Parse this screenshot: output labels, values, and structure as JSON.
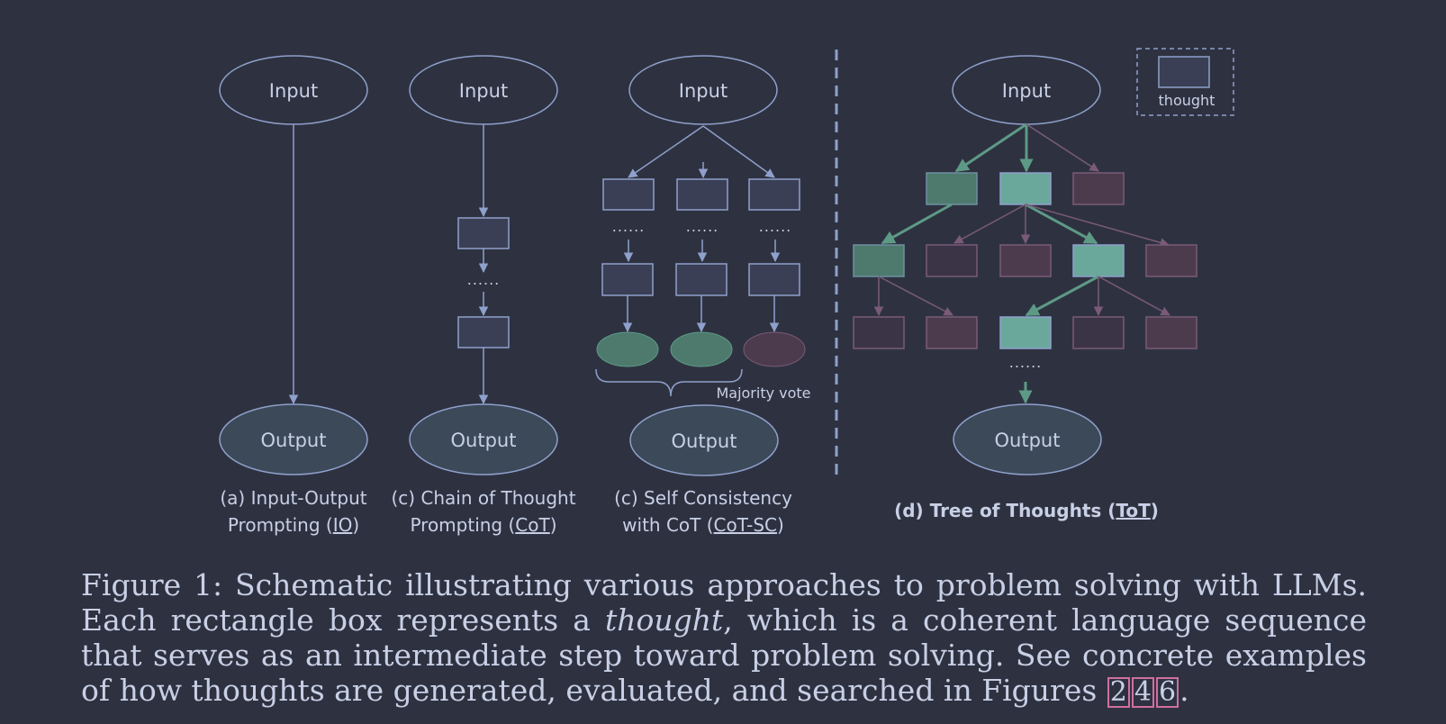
{
  "colors": {
    "background": "#2e3240",
    "stroke": "#8fa0cc",
    "green_dark": "#4e7a6e",
    "green_light": "#6aa89c",
    "green_edge": "#5d9a86",
    "pink_fill": "#4c3b4d",
    "pink_stroke": "#7a5a78",
    "output_fill": "#3c4958",
    "text": "#c8d0e6",
    "ref_box": "#d06fa0"
  },
  "nodes": {
    "input": "Input",
    "output": "Output",
    "dots": "......",
    "majority_vote": "Majority vote",
    "legend_thought": "thought"
  },
  "panels": {
    "a": {
      "line1": "(a) Input-Output",
      "line2_pre": "Prompting (",
      "line2_link": "IO",
      "line2_post": ")"
    },
    "b": {
      "line1": "(c) Chain of Thought",
      "line2_pre": "Prompting (",
      "line2_link": "CoT",
      "line2_post": ")"
    },
    "c": {
      "line1": "(c) Self Consistency",
      "line2_pre": "with CoT (",
      "line2_link": "CoT-SC",
      "line2_post": ")"
    },
    "d": {
      "line1_pre": "(d) Tree of Thoughts (",
      "line1_link": "ToT",
      "line1_post": ")"
    }
  },
  "caption": {
    "part1": "Figure 1: Schematic illustrating various approaches to problem solving with LLMs. Each rectangle box represents a ",
    "emph": "thought",
    "part2": ", which is a coherent language sequence that serves as an intermediate step toward problem solving. See concrete examples of how thoughts are generated, evaluated, and searched in Figures ",
    "refs": [
      "2",
      "4",
      "6"
    ],
    "end": "."
  }
}
